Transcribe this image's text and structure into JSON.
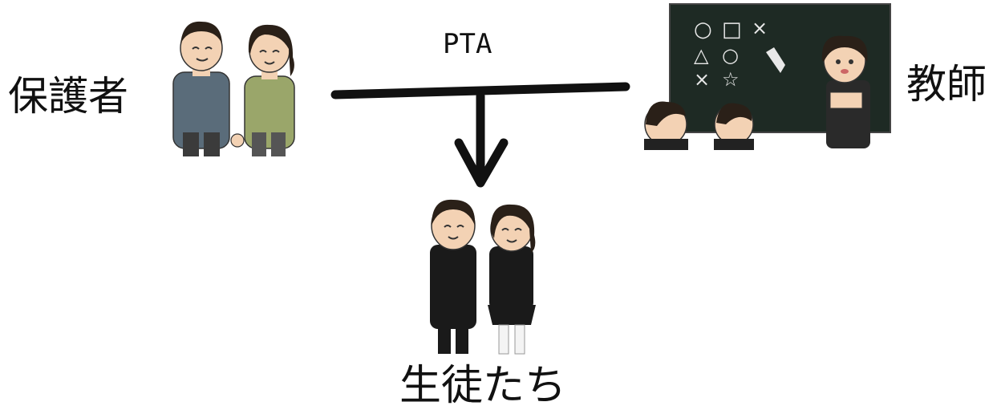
{
  "labels": {
    "parents": "保護者",
    "teacher": "教師",
    "students": "生徒たち",
    "pta": "PTA"
  },
  "blackboard": {
    "symbols": [
      "○",
      "□",
      "×",
      "△",
      "○",
      "×",
      "☆"
    ]
  },
  "colors": {
    "ink": "#111111",
    "blackboard": "#1e2a24",
    "chalk": "#e8e8e8",
    "skin": "#f3d2b4",
    "hair_dark": "#2a2018",
    "father_sweater": "#5a6c7a",
    "mother_sweater": "#9aa66a",
    "student_uniform": "#1a1a1a"
  },
  "icons": [
    "parents-couple-icon",
    "teacher-classroom-icon",
    "students-pair-icon",
    "down-arrow-icon"
  ]
}
